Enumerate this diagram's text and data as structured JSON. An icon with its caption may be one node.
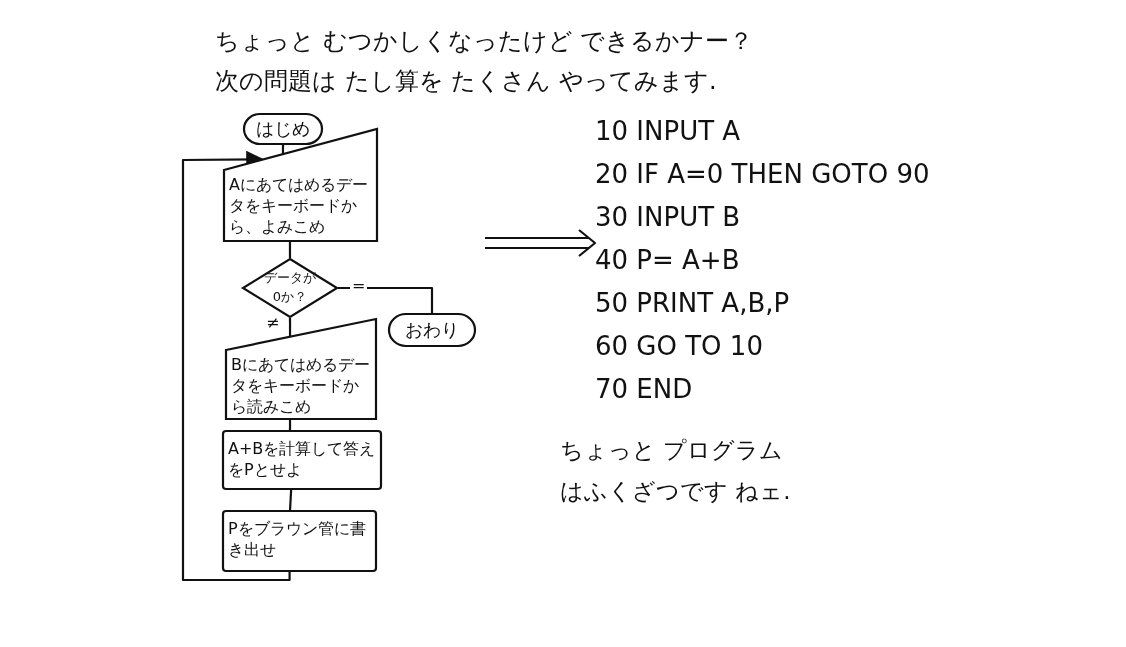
{
  "diagram": {
    "title": "ちょっと むつかしくなったけど できるかナー？",
    "nodes": [
      {
        "text": [
          "はじめ"
        ]
      },
      {
        "text": [
          "Aにあてはめるデータをキーボードから、よみこめ"
        ]
      },
      {
        "text": [
          "データが0か？"
        ]
      },
      {
        "text": [
          "おわり"
        ]
      },
      {
        "text": [
          "Bにあてはめるデータをキーボードから読みこめ"
        ]
      },
      {
        "text": [
          "A+Bを計算して答えをPとせよ"
        ]
      },
      {
        "text": [
          "Pをブラウン管に書き出せ"
        ]
      },
      {
        "text": [
          "10 INPUT A",
          "20 IF A=0 THEN GOTO 90",
          "30 INPUT B",
          "40 P= A+B",
          "50 PRINT A,B,P",
          "60 GO TO 10",
          "70 END"
        ]
      }
    ],
    "edges": [
      {
        "from": 0,
        "to": 1,
        "arrow": "none"
      },
      {
        "from": 1,
        "to": 2,
        "arrow": "none"
      },
      {
        "from": 2,
        "to": 3,
        "arrow": "none",
        "label": "="
      },
      {
        "from": 2,
        "to": 4,
        "arrow": "none",
        "label": "≠"
      },
      {
        "from": 4,
        "to": 5,
        "arrow": "none"
      },
      {
        "from": 5,
        "to": 6,
        "arrow": "none"
      },
      {
        "from": 6,
        "to": 1,
        "arrow": "to"
      },
      {
        "from": null,
        "to": 7,
        "arrow": "to"
      }
    ],
    "labels": [
      "次の問題は たし算を たくさん やってみます.",
      "ちょっと プログラムはふくざつです ねェ."
    ]
  }
}
